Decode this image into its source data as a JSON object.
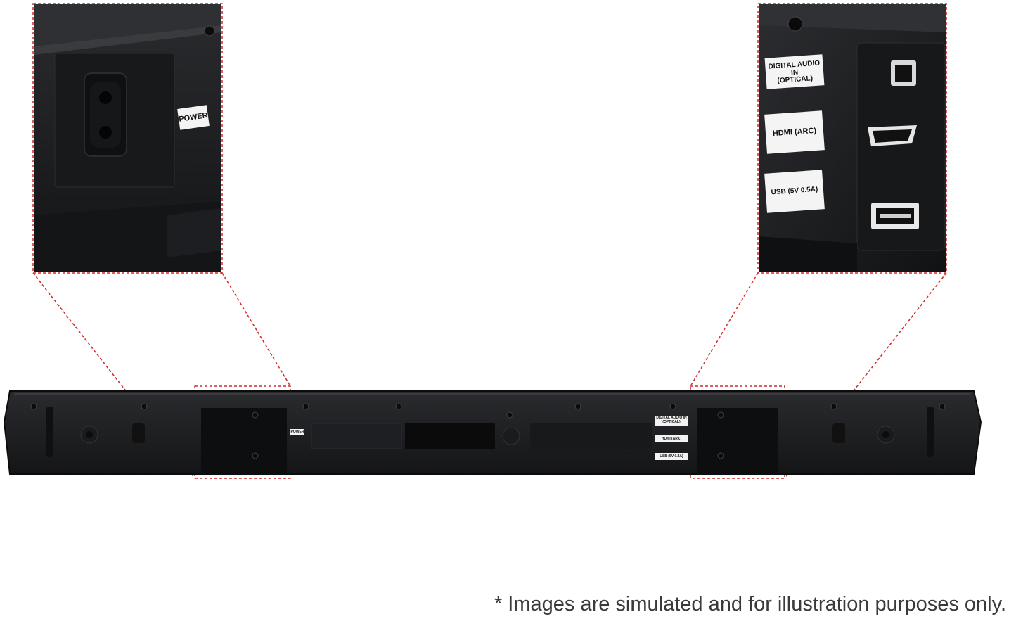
{
  "labels": {
    "power": "POWER",
    "digital_audio_line1": "DIGITAL AUDIO IN",
    "digital_audio_line2": "(OPTICAL)",
    "hdmi": "HDMI (ARC)",
    "usb": "USB (5V 0.5A)"
  },
  "disclaimer": "* Images are simulated and for illustration purposes only.",
  "colors": {
    "callout_line": "#d42a2a",
    "device_body": "#1c1d1f",
    "label_bg": "#f4f4f4"
  }
}
